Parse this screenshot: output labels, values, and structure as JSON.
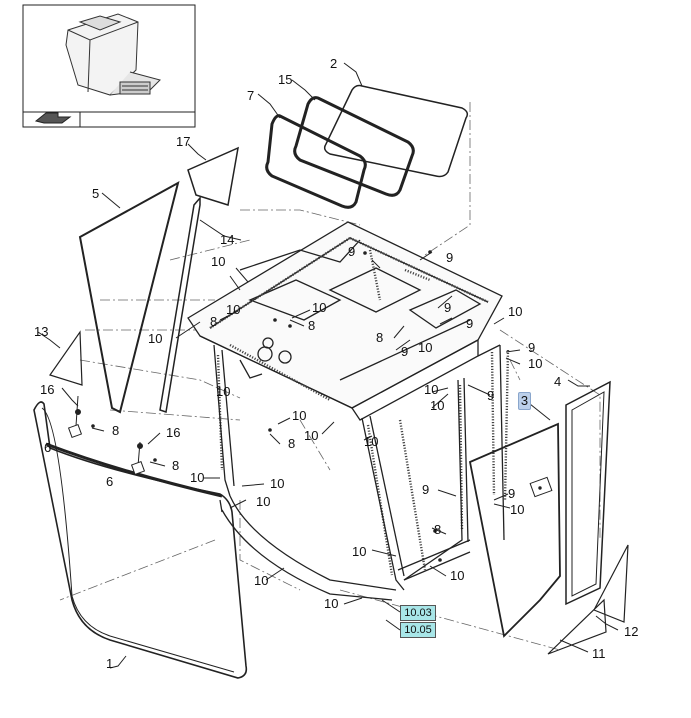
{
  "labels": {
    "l1": "1",
    "l2": "2",
    "l4": "4",
    "l5": "5",
    "l6a": "6",
    "l6b": "6",
    "l7": "7",
    "l8": "8",
    "l9": "9",
    "l10": "10",
    "l11": "11",
    "l12": "12",
    "l13": "13",
    "l14": "14",
    "l15": "15",
    "l16": "16",
    "l17": "17"
  },
  "highlight_label": "3",
  "refs": [
    "10.03",
    "10.05"
  ]
}
